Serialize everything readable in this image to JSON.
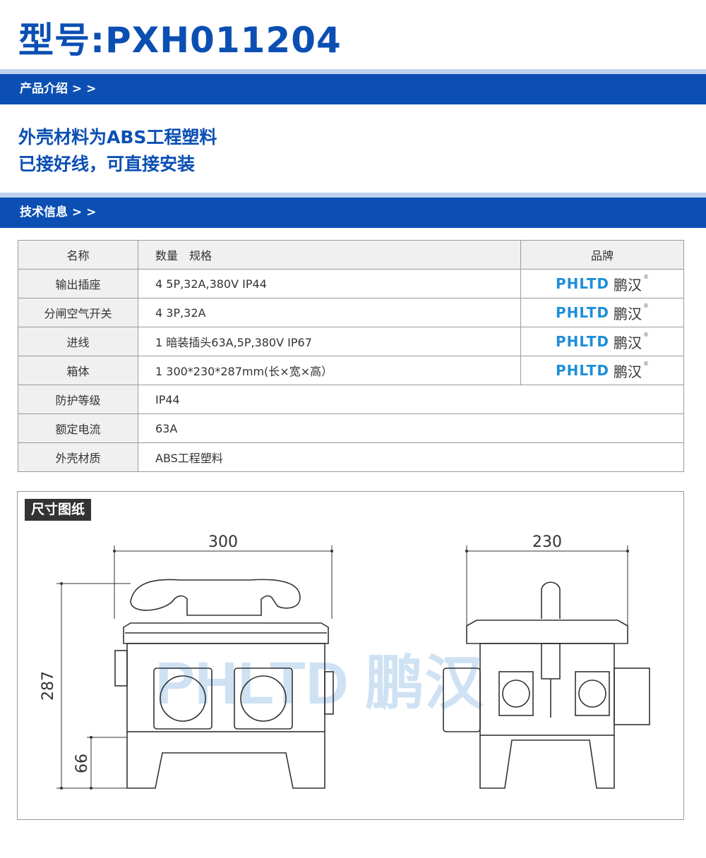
{
  "header": {
    "model_title": "型号:PXH011204"
  },
  "sections": {
    "intro_label": "产品介绍 > >",
    "tech_label": "技术信息 > >"
  },
  "intro": {
    "line1": "外壳材料为ABS工程塑料",
    "line2": "已接好线，可直接安装"
  },
  "spec_table": {
    "headers": {
      "name": "名称",
      "qty_spec": "数量　规格",
      "brand": "品牌"
    },
    "rows": [
      {
        "name": "输出插座",
        "value": "4  5P,32A,380V IP44",
        "brand": true
      },
      {
        "name": "分闸空气开关",
        "value": "4  3P,32A",
        "brand": true
      },
      {
        "name": "进线",
        "value": "1  暗装插头63A,5P,380V IP67",
        "brand": true
      },
      {
        "name": "箱体",
        "value": "1  300*230*287mm(长×宽×高）",
        "brand": true
      },
      {
        "name": "防护等级",
        "value": "IP44",
        "brand": false
      },
      {
        "name": "额定电流",
        "value": "63A",
        "brand": false
      },
      {
        "name": "外壳材质",
        "value": "ABS工程塑料",
        "brand": false
      }
    ],
    "brand_logo": {
      "en": "PHLTD",
      "cn": "鹏汉",
      "reg": "®"
    }
  },
  "drawing": {
    "label": "尺寸图纸",
    "dim_width": "300",
    "dim_depth": "230",
    "dim_height": "287",
    "dim_leg": "66",
    "watermark": "PHLTD 鹏汉"
  },
  "colors": {
    "brand_blue": "#0b4fb3",
    "band_light": "#bcd2ef",
    "logo_blue": "#1e8fd8"
  }
}
